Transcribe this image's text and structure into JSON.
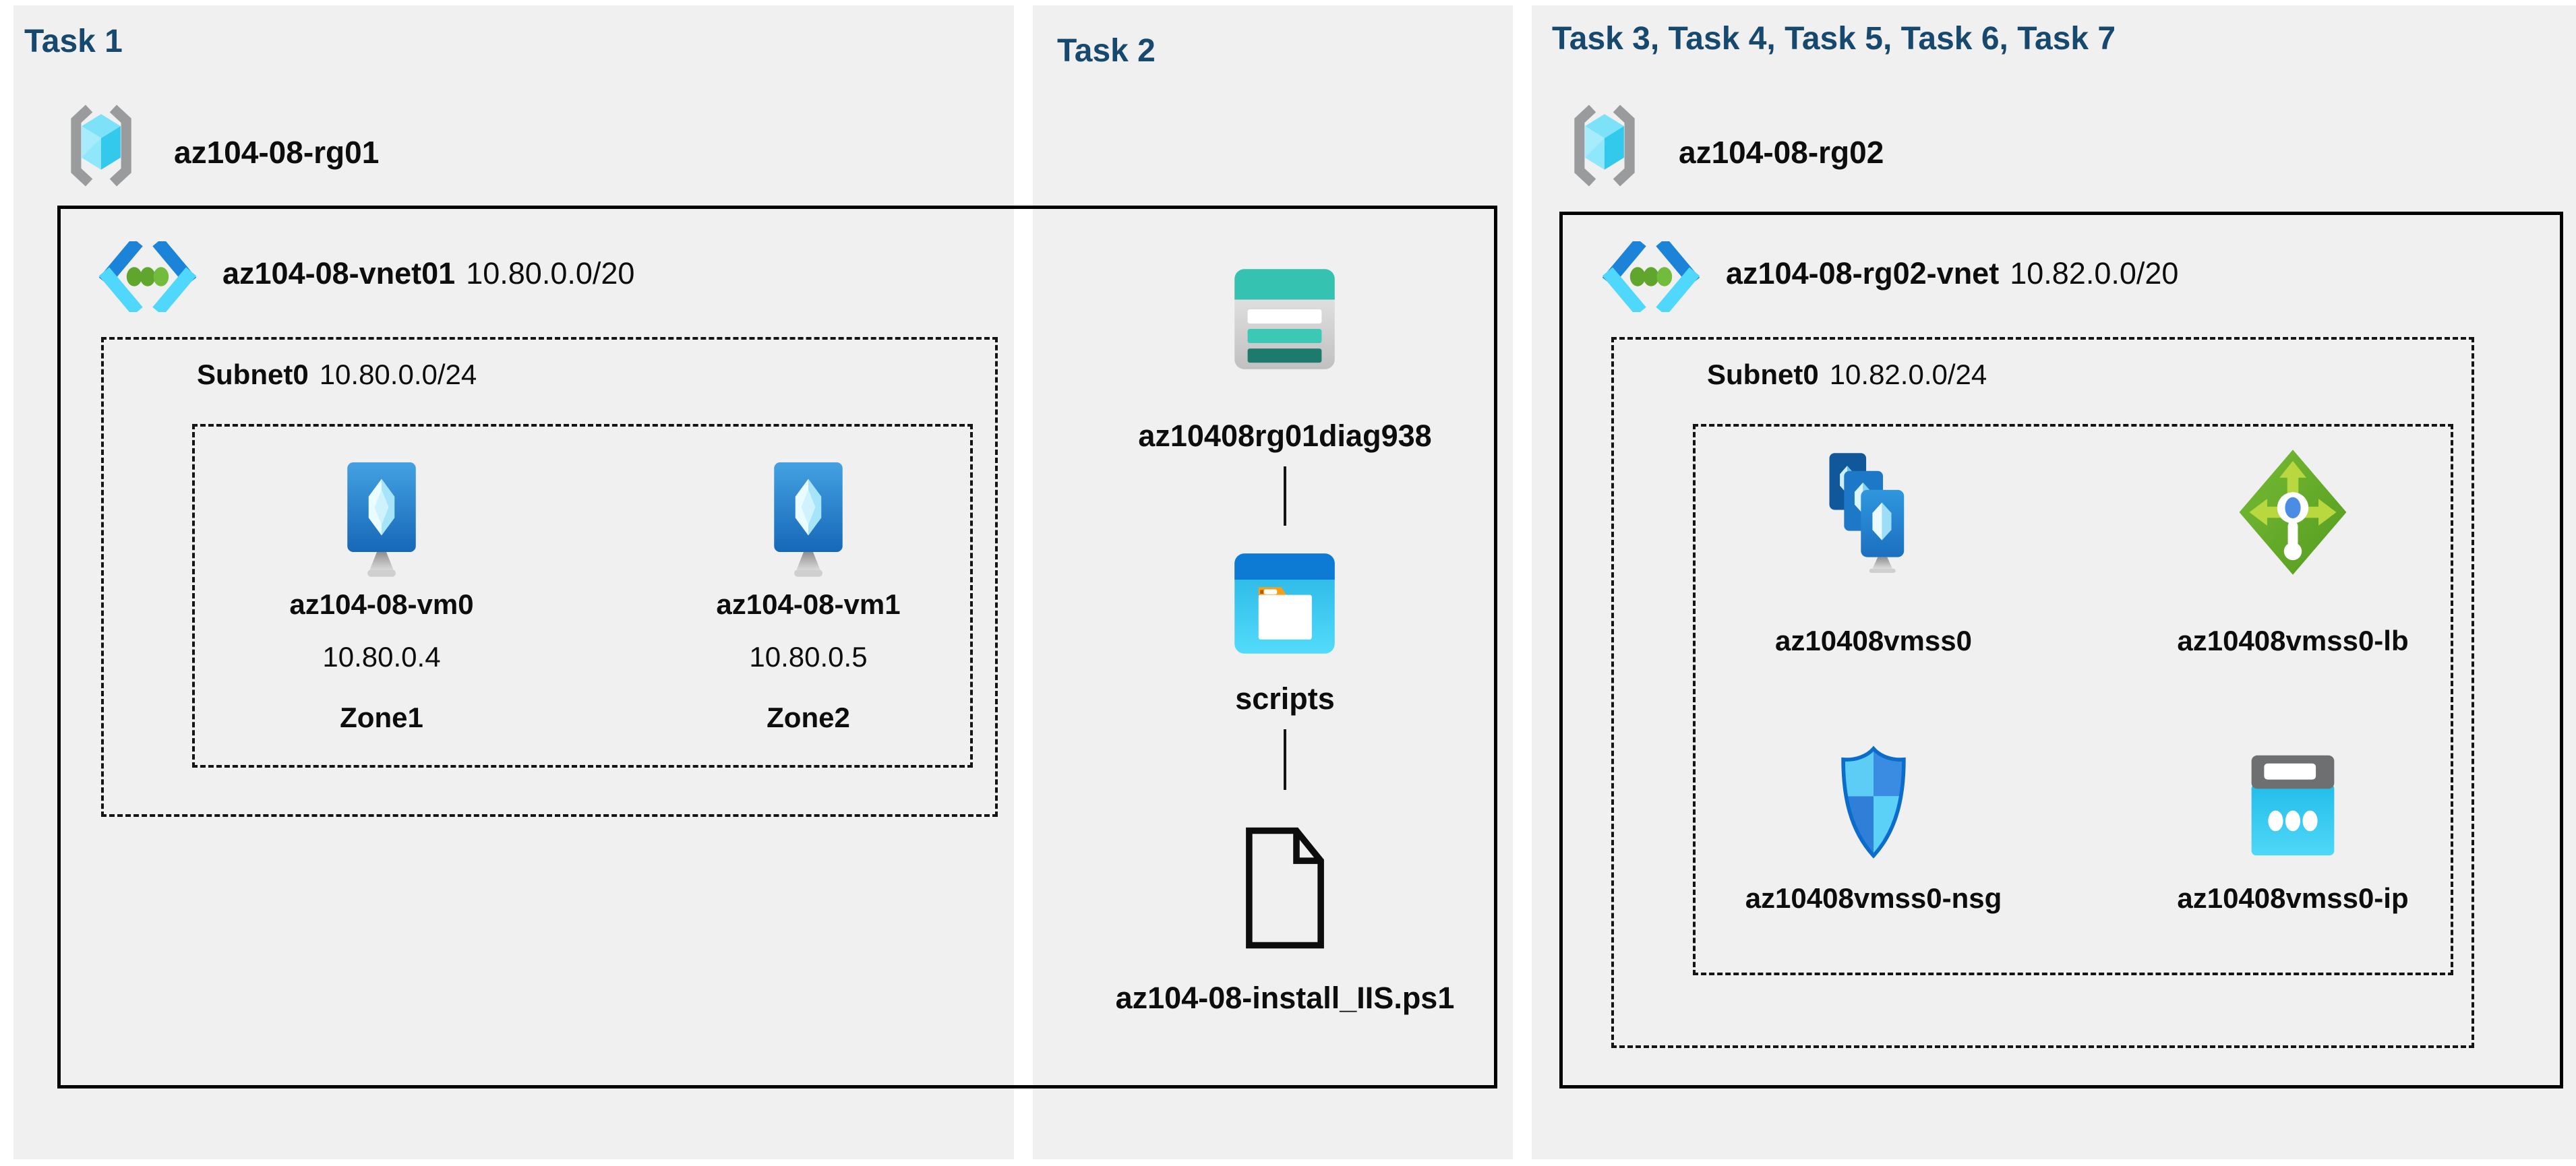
{
  "diagram": {
    "colors": {
      "background": "#ffffff",
      "panel": "#f0f0f0",
      "heading": "#17496e",
      "label_text": "#0d0d0d",
      "boundary_line": "#000000",
      "vnet_blue": "#1b84d8",
      "vnet_cyan": "#4fd8fb",
      "vnet_green": "#5fa52e",
      "storage_teal": "#35c2b0",
      "container_blue": "#0d7ad4",
      "lb_green": "#63ac28",
      "nsg_blue": "#3a8ce2",
      "ip_cyan": "#2fc5ec"
    },
    "icons": {
      "resource_group": "brackets-cube-icon",
      "virtual_network": "chevrons-dots-icon",
      "virtual_machine": "monitor-gem-icon",
      "storage_account": "teal-bars-icon",
      "blob_container": "folder-window-icon",
      "script_file": "document-outline-icon",
      "vm_scale_set": "stacked-monitors-icon",
      "load_balancer": "green-diamond-arrows-icon",
      "network_security_group": "blue-shield-icon",
      "public_ip": "address-dots-icon"
    },
    "panel1": {
      "title": "Task 1",
      "resource_group": "az104-08-rg01",
      "vnet_name": "az104-08-vnet01",
      "vnet_cidr": "10.80.0.0/20",
      "subnet_name": "Subnet0",
      "subnet_cidr": "10.80.0.0/24",
      "vms": [
        {
          "name": "az104-08-vm0",
          "ip": "10.80.0.4",
          "zone": "Zone1"
        },
        {
          "name": "az104-08-vm1",
          "ip": "10.80.0.5",
          "zone": "Zone2"
        }
      ]
    },
    "panel2": {
      "title": "Task 2",
      "storage_account": "az10408rg01diag938",
      "container": "scripts",
      "script_file": "az104-08-install_IIS.ps1"
    },
    "panel3": {
      "title": "Task 3, Task 4, Task 5, Task 6, Task 7",
      "resource_group": "az104-08-rg02",
      "vnet_name": "az104-08-rg02-vnet",
      "vnet_cidr": "10.82.0.0/20",
      "subnet_name": "Subnet0",
      "subnet_cidr": "10.82.0.0/24",
      "vmss": "az10408vmss0",
      "load_balancer": "az10408vmss0-lb",
      "nsg": "az10408vmss0-nsg",
      "public_ip": "az10408vmss0-ip"
    }
  }
}
